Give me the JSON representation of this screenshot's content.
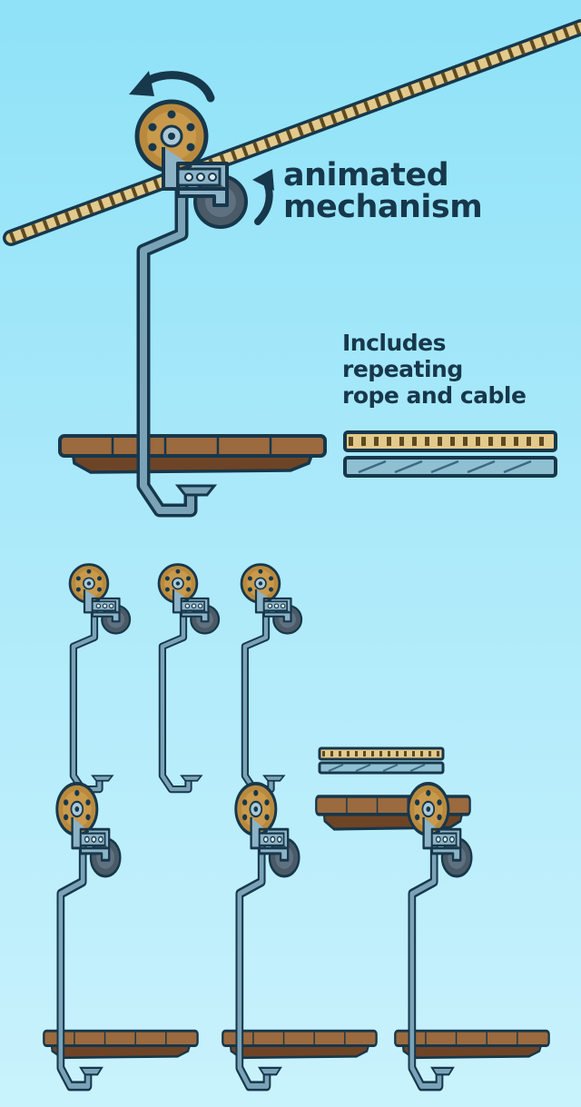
{
  "headline": {
    "line1": "animated",
    "line2": "mechanism"
  },
  "includes": {
    "line1": "Includes",
    "line2": "repeating",
    "line3": "rope and cable"
  },
  "colors": {
    "sky_top": "#8fe2f8",
    "sky_bottom": "#c9f2fc",
    "outline": "#17374b",
    "rope": "#e3c98c",
    "rope_stripe": "#5e4a1f",
    "cable": "#8ec0d2",
    "wood": "#8f5a34",
    "metal": "#7aa3b8",
    "pulley": "#b98a3e",
    "wheel": "#4a5a66"
  }
}
